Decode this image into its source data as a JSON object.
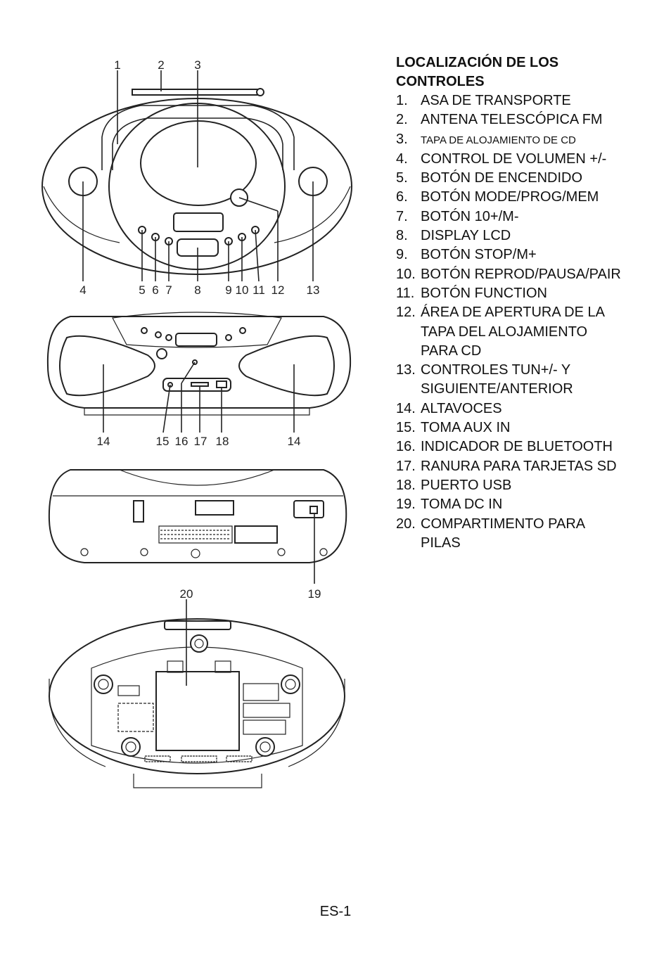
{
  "legend": {
    "title_line1": "LOCALIZACIÓN DE LOS",
    "title_line2": "CONTROLES",
    "items": [
      {
        "num": "1.",
        "lines": [
          "ASA DE TRANSPORTE"
        ]
      },
      {
        "num": "2.",
        "lines": [
          "ANTENA TELESCÓPICA FM"
        ]
      },
      {
        "num": "3.",
        "lines": [
          "TAPA DE ALOJAMIENTO DE CD"
        ]
      },
      {
        "num": "4.",
        "lines": [
          "CONTROL DE VOLUMEN +/-"
        ]
      },
      {
        "num": "5.",
        "lines": [
          "BOTÓN DE ENCENDIDO"
        ]
      },
      {
        "num": "6.",
        "lines": [
          "BOTÓN MODE/PROG/MEM"
        ]
      },
      {
        "num": "7.",
        "lines": [
          "BOTÓN 10+/M-"
        ]
      },
      {
        "num": "8.",
        "lines": [
          "DISPLAY LCD"
        ]
      },
      {
        "num": "9.",
        "lines": [
          "BOTÓN STOP/M+"
        ]
      },
      {
        "num": "10.",
        "lines": [
          "BOTÓN REPROD/PAUSA/PAIR"
        ]
      },
      {
        "num": "11.",
        "lines": [
          "BOTÓN FUNCTION"
        ]
      },
      {
        "num": "12.",
        "lines": [
          "ÁREA DE APERTURA DE LA",
          "TAPA DEL ALOJAMIENTO",
          "PARA CD"
        ]
      },
      {
        "num": "13.",
        "lines": [
          "CONTROLES TUN+/- Y",
          "SIGUIENTE/ANTERIOR"
        ]
      },
      {
        "num": "14.",
        "lines": [
          "ALTAVOCES"
        ]
      },
      {
        "num": "15.",
        "lines": [
          "TOMA AUX IN"
        ]
      },
      {
        "num": "16.",
        "lines": [
          "INDICADOR DE BLUETOOTH"
        ]
      },
      {
        "num": "17.",
        "lines": [
          "RANURA PARA TARJETAS SD"
        ]
      },
      {
        "num": "18.",
        "lines": [
          "PUERTO USB"
        ]
      },
      {
        "num": "19.",
        "lines": [
          "TOMA DC IN"
        ]
      },
      {
        "num": "20.",
        "lines": [
          "COMPARTIMENTO PARA",
          "PILAS"
        ]
      }
    ]
  },
  "diagram_top": {
    "callouts_above": [
      "1",
      "2",
      "3"
    ],
    "callouts_below": [
      "4",
      "5",
      "6",
      "7",
      "8",
      "9",
      "10",
      "11",
      "12",
      "13"
    ]
  },
  "diagram_front": {
    "callouts": [
      "14",
      "15",
      "16",
      "17",
      "18",
      "14"
    ]
  },
  "diagram_back": {
    "callouts": [
      "19"
    ]
  },
  "diagram_bottom": {
    "callouts": [
      "20"
    ]
  },
  "footer": {
    "page_number": "ES-1"
  }
}
